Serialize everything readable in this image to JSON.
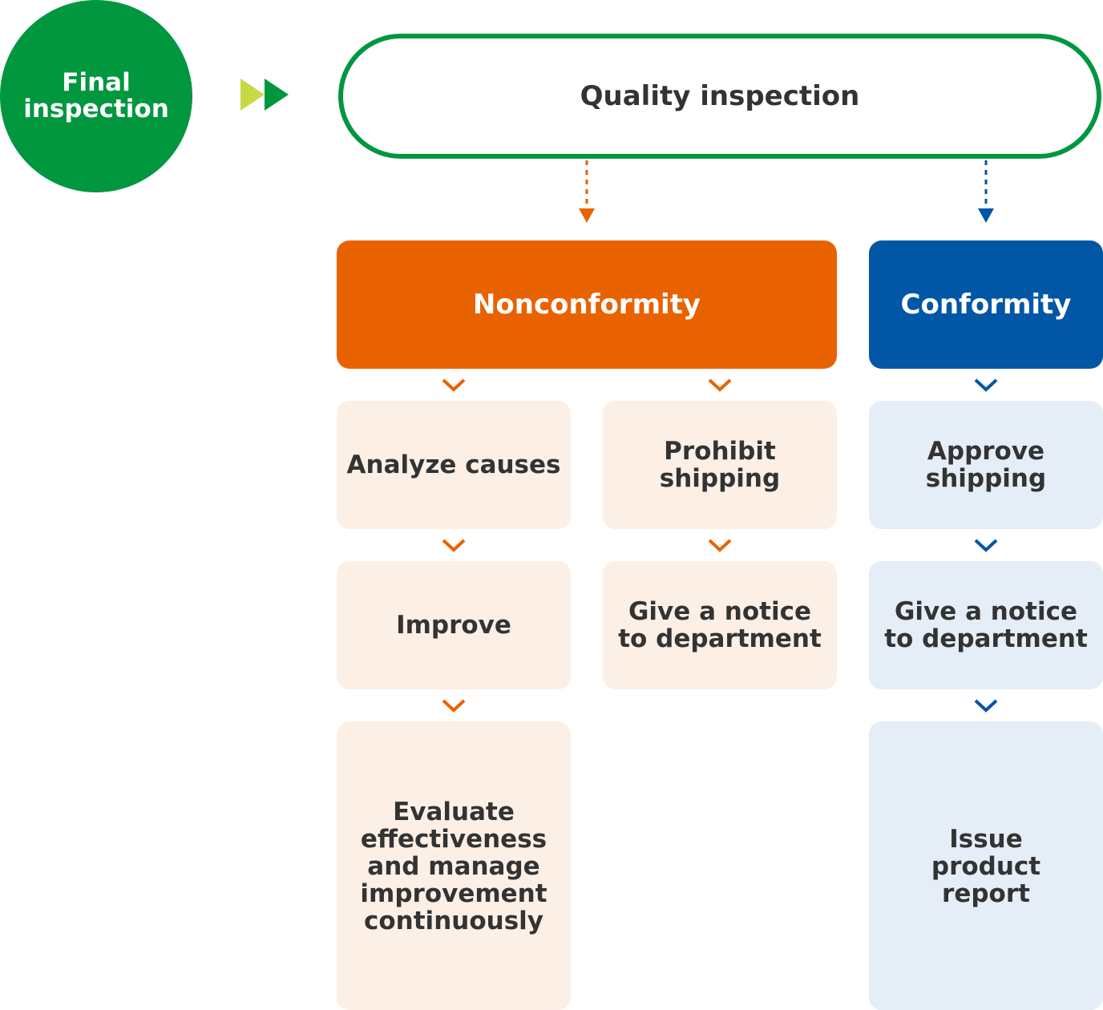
{
  "start": {
    "label": "Final\ninspection"
  },
  "process": {
    "label": "Quality inspection"
  },
  "branches": [
    {
      "id": "nonconformity",
      "label": "Nonconformity",
      "color": "#e96200",
      "light_color": "#fcefe6",
      "columns": [
        {
          "steps": [
            "Analyze causes",
            "Improve",
            "Evaluate\neffectiveness\nand manage\nimprovement\ncontinuously"
          ]
        },
        {
          "steps": [
            "Prohibit\nshipping",
            "Give a notice\nto department"
          ]
        }
      ]
    },
    {
      "id": "conformity",
      "label": "Conformity",
      "color": "#0256a6",
      "light_color": "#e5edf7",
      "columns": [
        {
          "steps": [
            "Approve\nshipping",
            "Give a notice\nto department",
            "Issue\nproduct\nreport"
          ]
        }
      ]
    }
  ],
  "colors": {
    "green": "#00973f",
    "light_green": "#c8d945",
    "orange": "#e96200",
    "blue": "#0256a6",
    "text": "#333333"
  },
  "icons": [
    "double-play-arrow-icon",
    "dotted-down-arrow-icon",
    "chevron-down-icon"
  ]
}
